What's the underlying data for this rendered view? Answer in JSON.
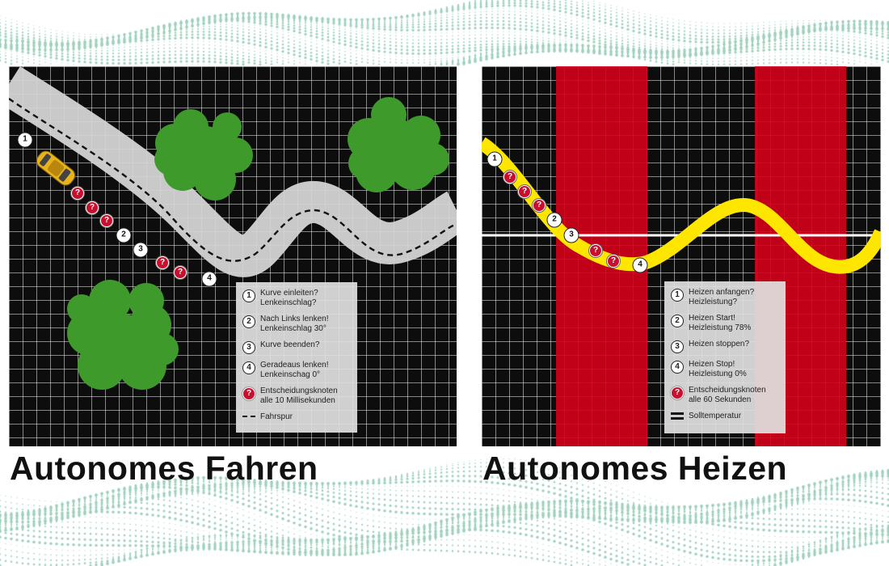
{
  "driving": {
    "title": "Autonomes Fahren",
    "legend": [
      {
        "kind": "number",
        "number": "1",
        "lines": [
          "Kurve einleiten?",
          "Lenkeinschlag?"
        ]
      },
      {
        "kind": "number",
        "number": "2",
        "lines": [
          "Nach Links lenken!",
          "Lenkeinschlag 30°"
        ]
      },
      {
        "kind": "number",
        "number": "3",
        "lines": [
          "Kurve beenden?"
        ]
      },
      {
        "kind": "number",
        "number": "4",
        "lines": [
          "Geradeaus lenken!",
          "Lenkeinschag 0°"
        ]
      },
      {
        "kind": "question",
        "number": "?",
        "lines": [
          "Entscheidungsknoten",
          "alle 10 Millisekunden"
        ]
      },
      {
        "kind": "lane",
        "lines": [
          "Fahrspur"
        ]
      }
    ]
  },
  "heating": {
    "title": "Autonomes Heizen",
    "legend": [
      {
        "kind": "number",
        "number": "1",
        "lines": [
          "Heizen anfangen?",
          "Heizleistung?"
        ]
      },
      {
        "kind": "number",
        "number": "2",
        "lines": [
          "Heizen Start!",
          "Heizleistung 78%"
        ]
      },
      {
        "kind": "number",
        "number": "3",
        "lines": [
          "Heizen stoppen?"
        ]
      },
      {
        "kind": "number",
        "number": "4",
        "lines": [
          "Heizen Stop!",
          "Heizleistung 0%"
        ]
      },
      {
        "kind": "question",
        "number": "?",
        "lines": [
          "Entscheidungsknoten",
          "alle 60 Sekunden"
        ]
      },
      {
        "kind": "target",
        "lines": [
          "Solltemperatur"
        ]
      }
    ]
  },
  "colors": {
    "grid_background": "#0d0d0d",
    "road": "#d4d4d4",
    "tree": "#3e9a2a",
    "car": "#e8b21c",
    "heat_band": "#d4001a",
    "temperature_curve": "#ffe600",
    "decision_node": "#c8102e",
    "background_dots": "#9fd1bd"
  },
  "icons": [
    "tree-icon",
    "car-icon",
    "decision-node-icon"
  ]
}
